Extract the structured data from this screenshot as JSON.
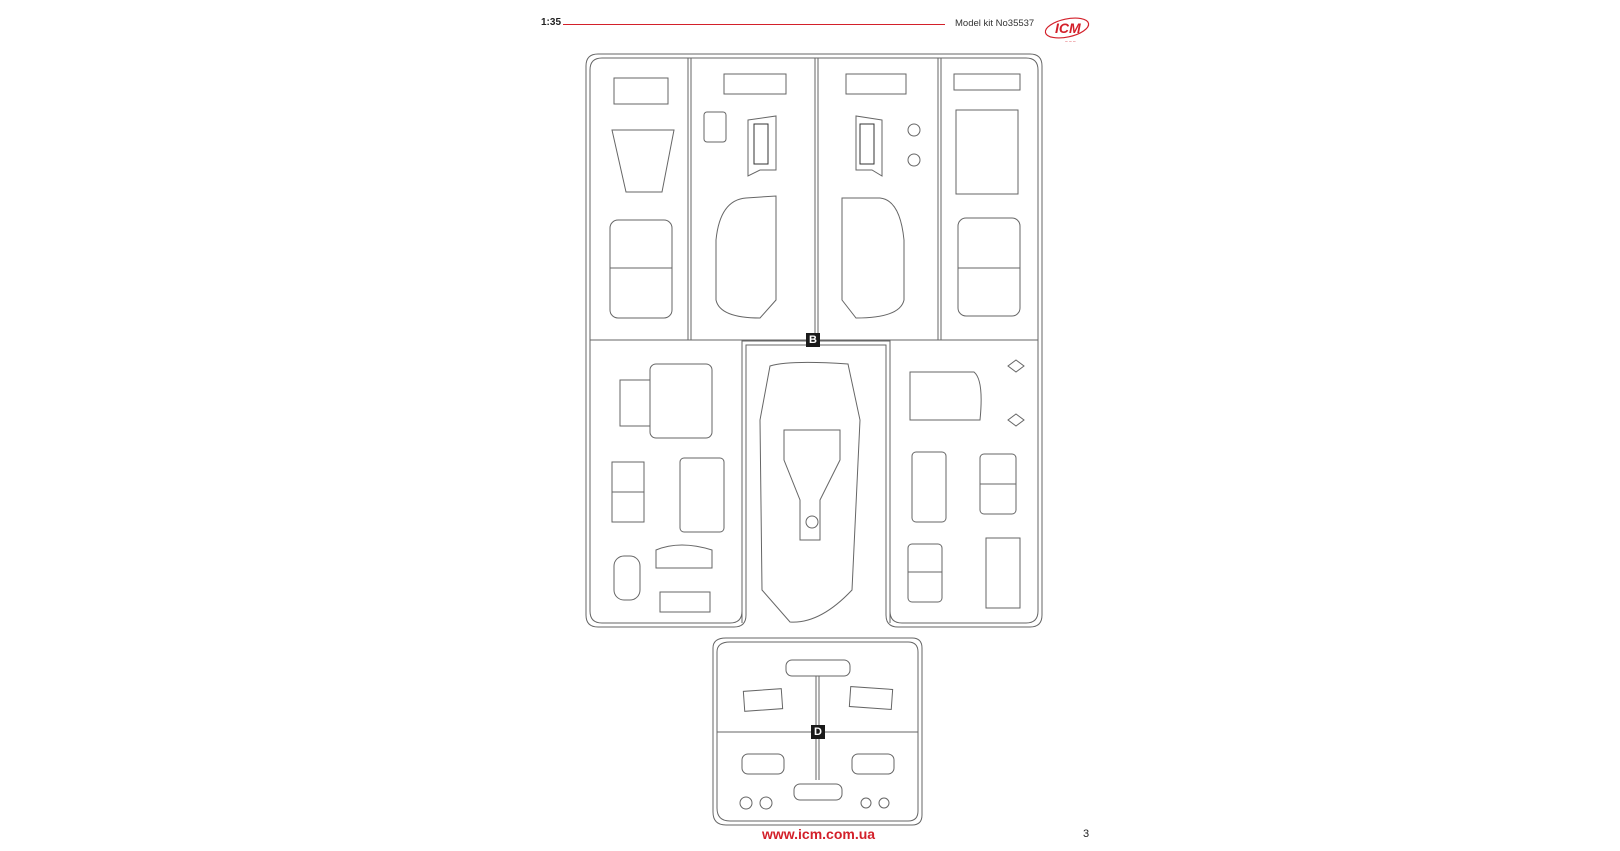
{
  "header": {
    "scale": "1:35",
    "model_kit": "Model kit No35537",
    "logo_text": "ICM",
    "logo_tagline": "Nos in the Ust"
  },
  "sprues": [
    {
      "label": "B"
    },
    {
      "label": "D"
    }
  ],
  "footer": {
    "website": "www.icm.com.ua",
    "page_number": "3"
  },
  "colors": {
    "brand_red": "#d3202a",
    "line": "#555555"
  }
}
